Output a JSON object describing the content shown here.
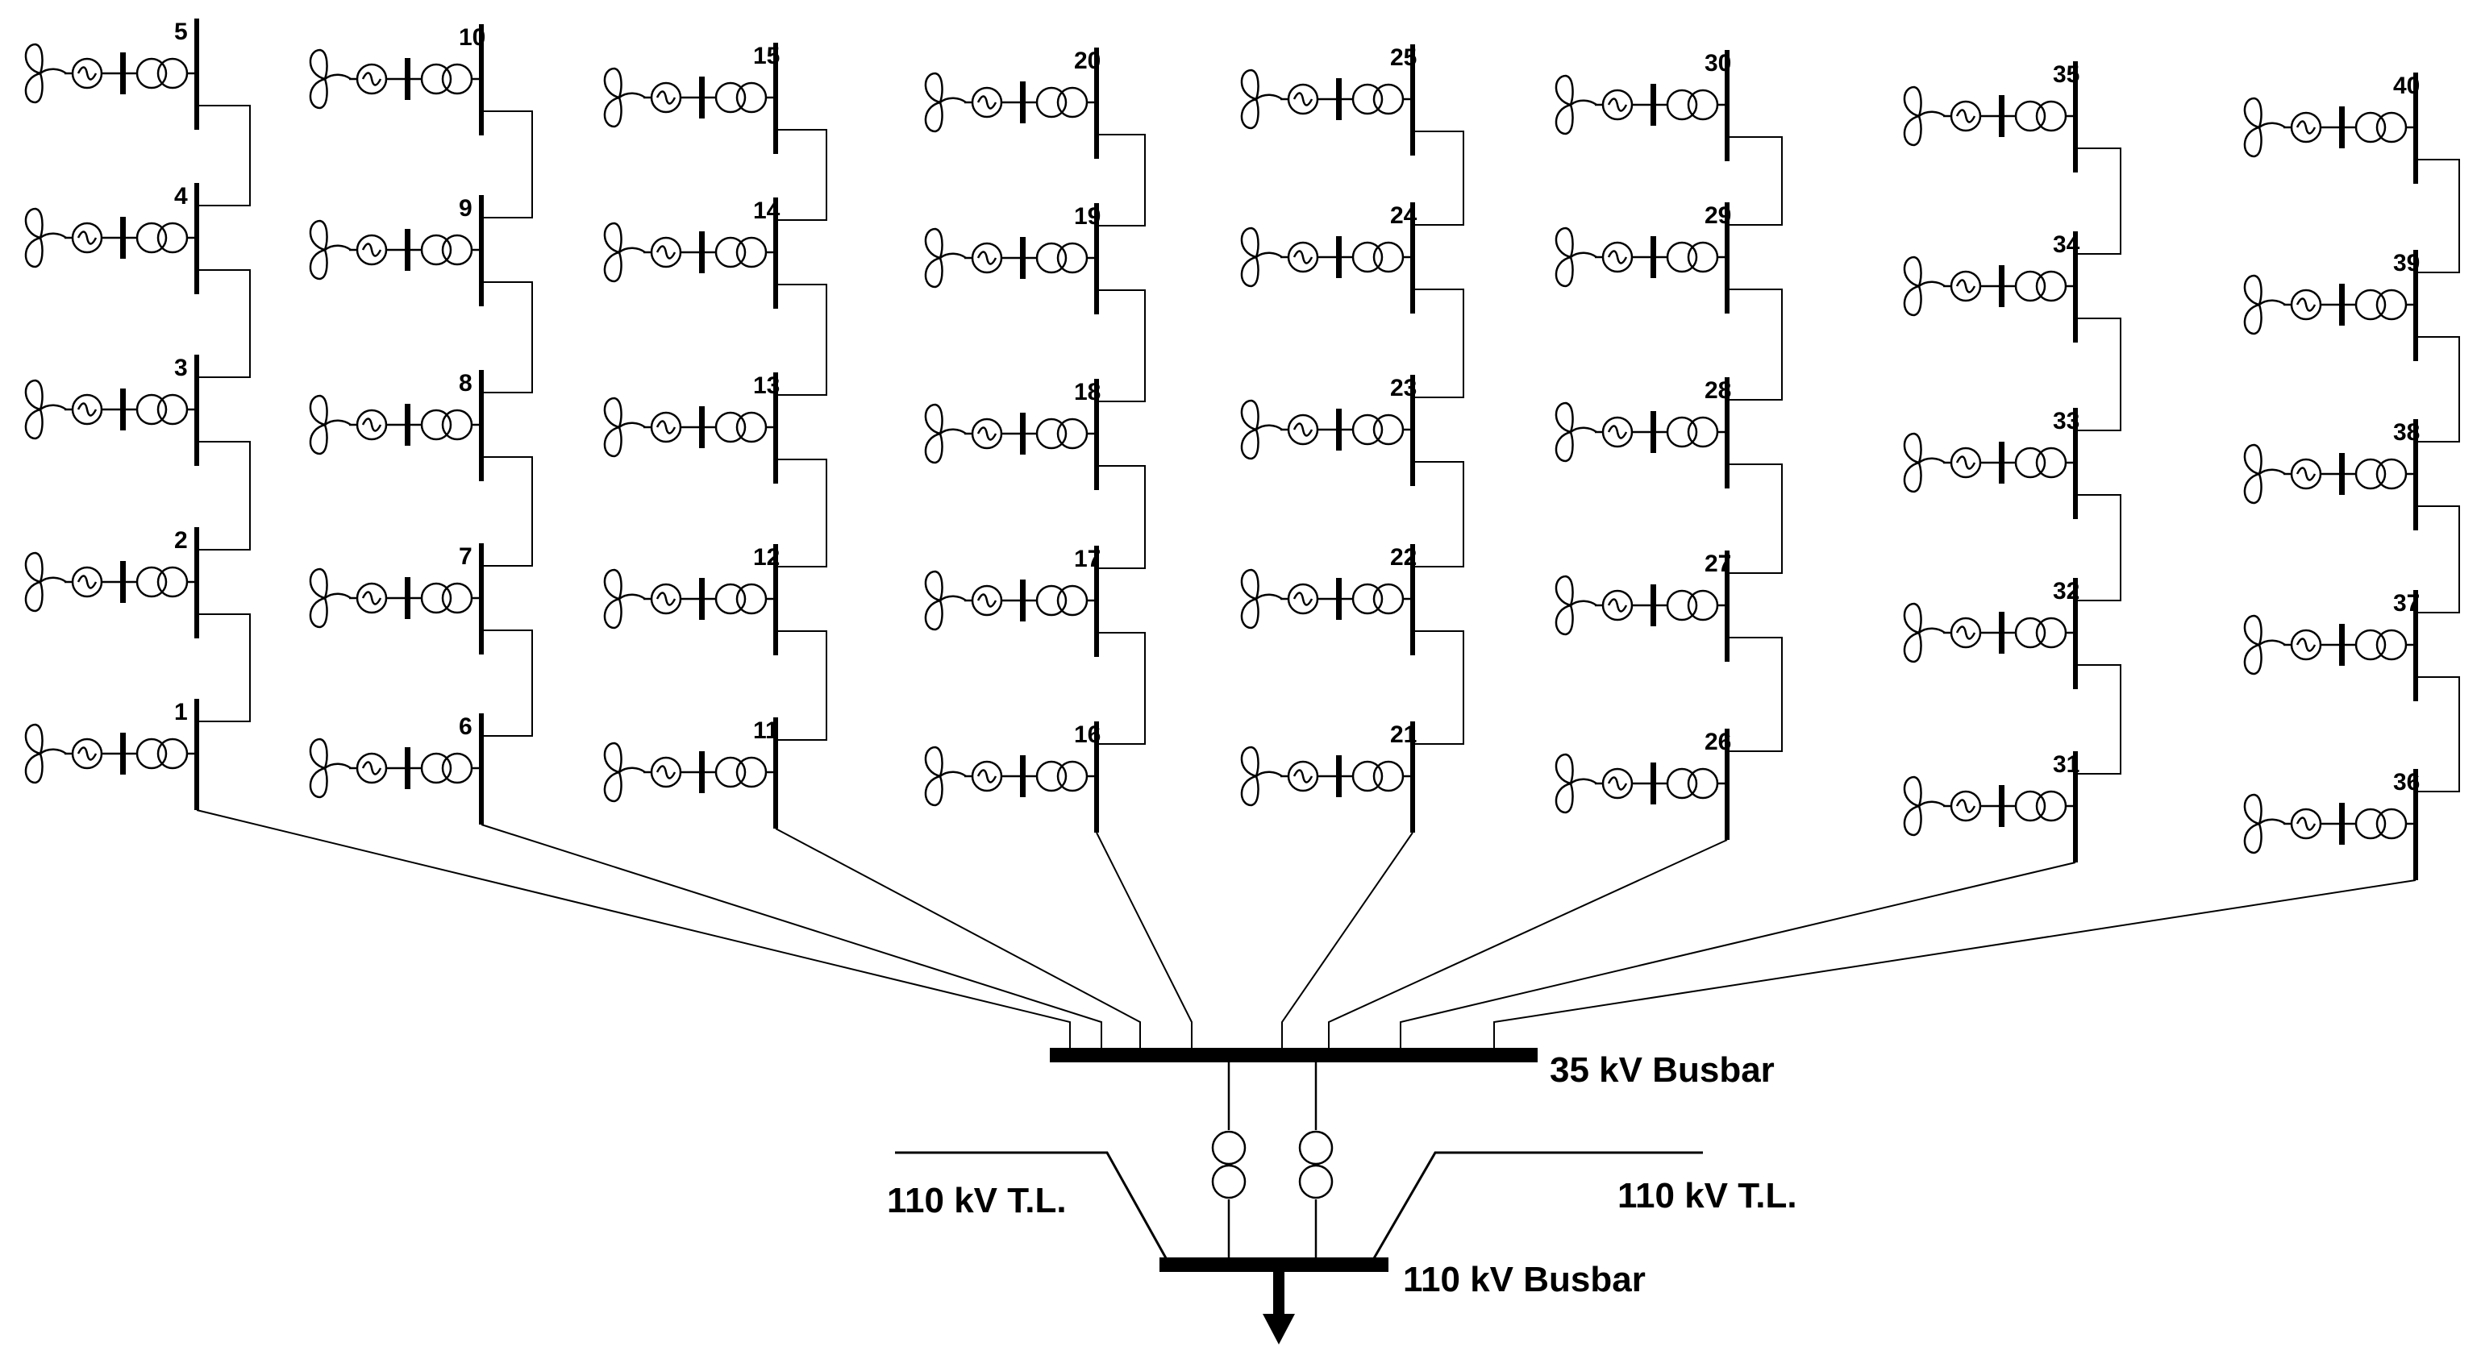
{
  "busbar_35kv": {
    "label": "35 kV Busbar"
  },
  "busbar_110kv": {
    "label": "110 kV Busbar"
  },
  "transmission_lines": {
    "left_label": "110 kV T.L.",
    "right_label": "110 kV T.L."
  },
  "feeders": [
    {
      "units": [
        "1",
        "2",
        "3",
        "4",
        "5"
      ]
    },
    {
      "units": [
        "6",
        "7",
        "8",
        "9",
        "10"
      ]
    },
    {
      "units": [
        "11",
        "12",
        "13",
        "14",
        "15"
      ]
    },
    {
      "units": [
        "16",
        "17",
        "18",
        "19",
        "20"
      ]
    },
    {
      "units": [
        "21",
        "22",
        "23",
        "24",
        "25"
      ]
    },
    {
      "units": [
        "26",
        "27",
        "28",
        "29",
        "30"
      ]
    },
    {
      "units": [
        "31",
        "32",
        "33",
        "34",
        "35"
      ]
    },
    {
      "units": [
        "36",
        "37",
        "38",
        "39",
        "40"
      ]
    }
  ],
  "icons": {
    "turbine": "wind-turbine-icon",
    "generator": "generator-icon",
    "transformer": "transformer-icon",
    "load": "load-arrow-icon"
  }
}
